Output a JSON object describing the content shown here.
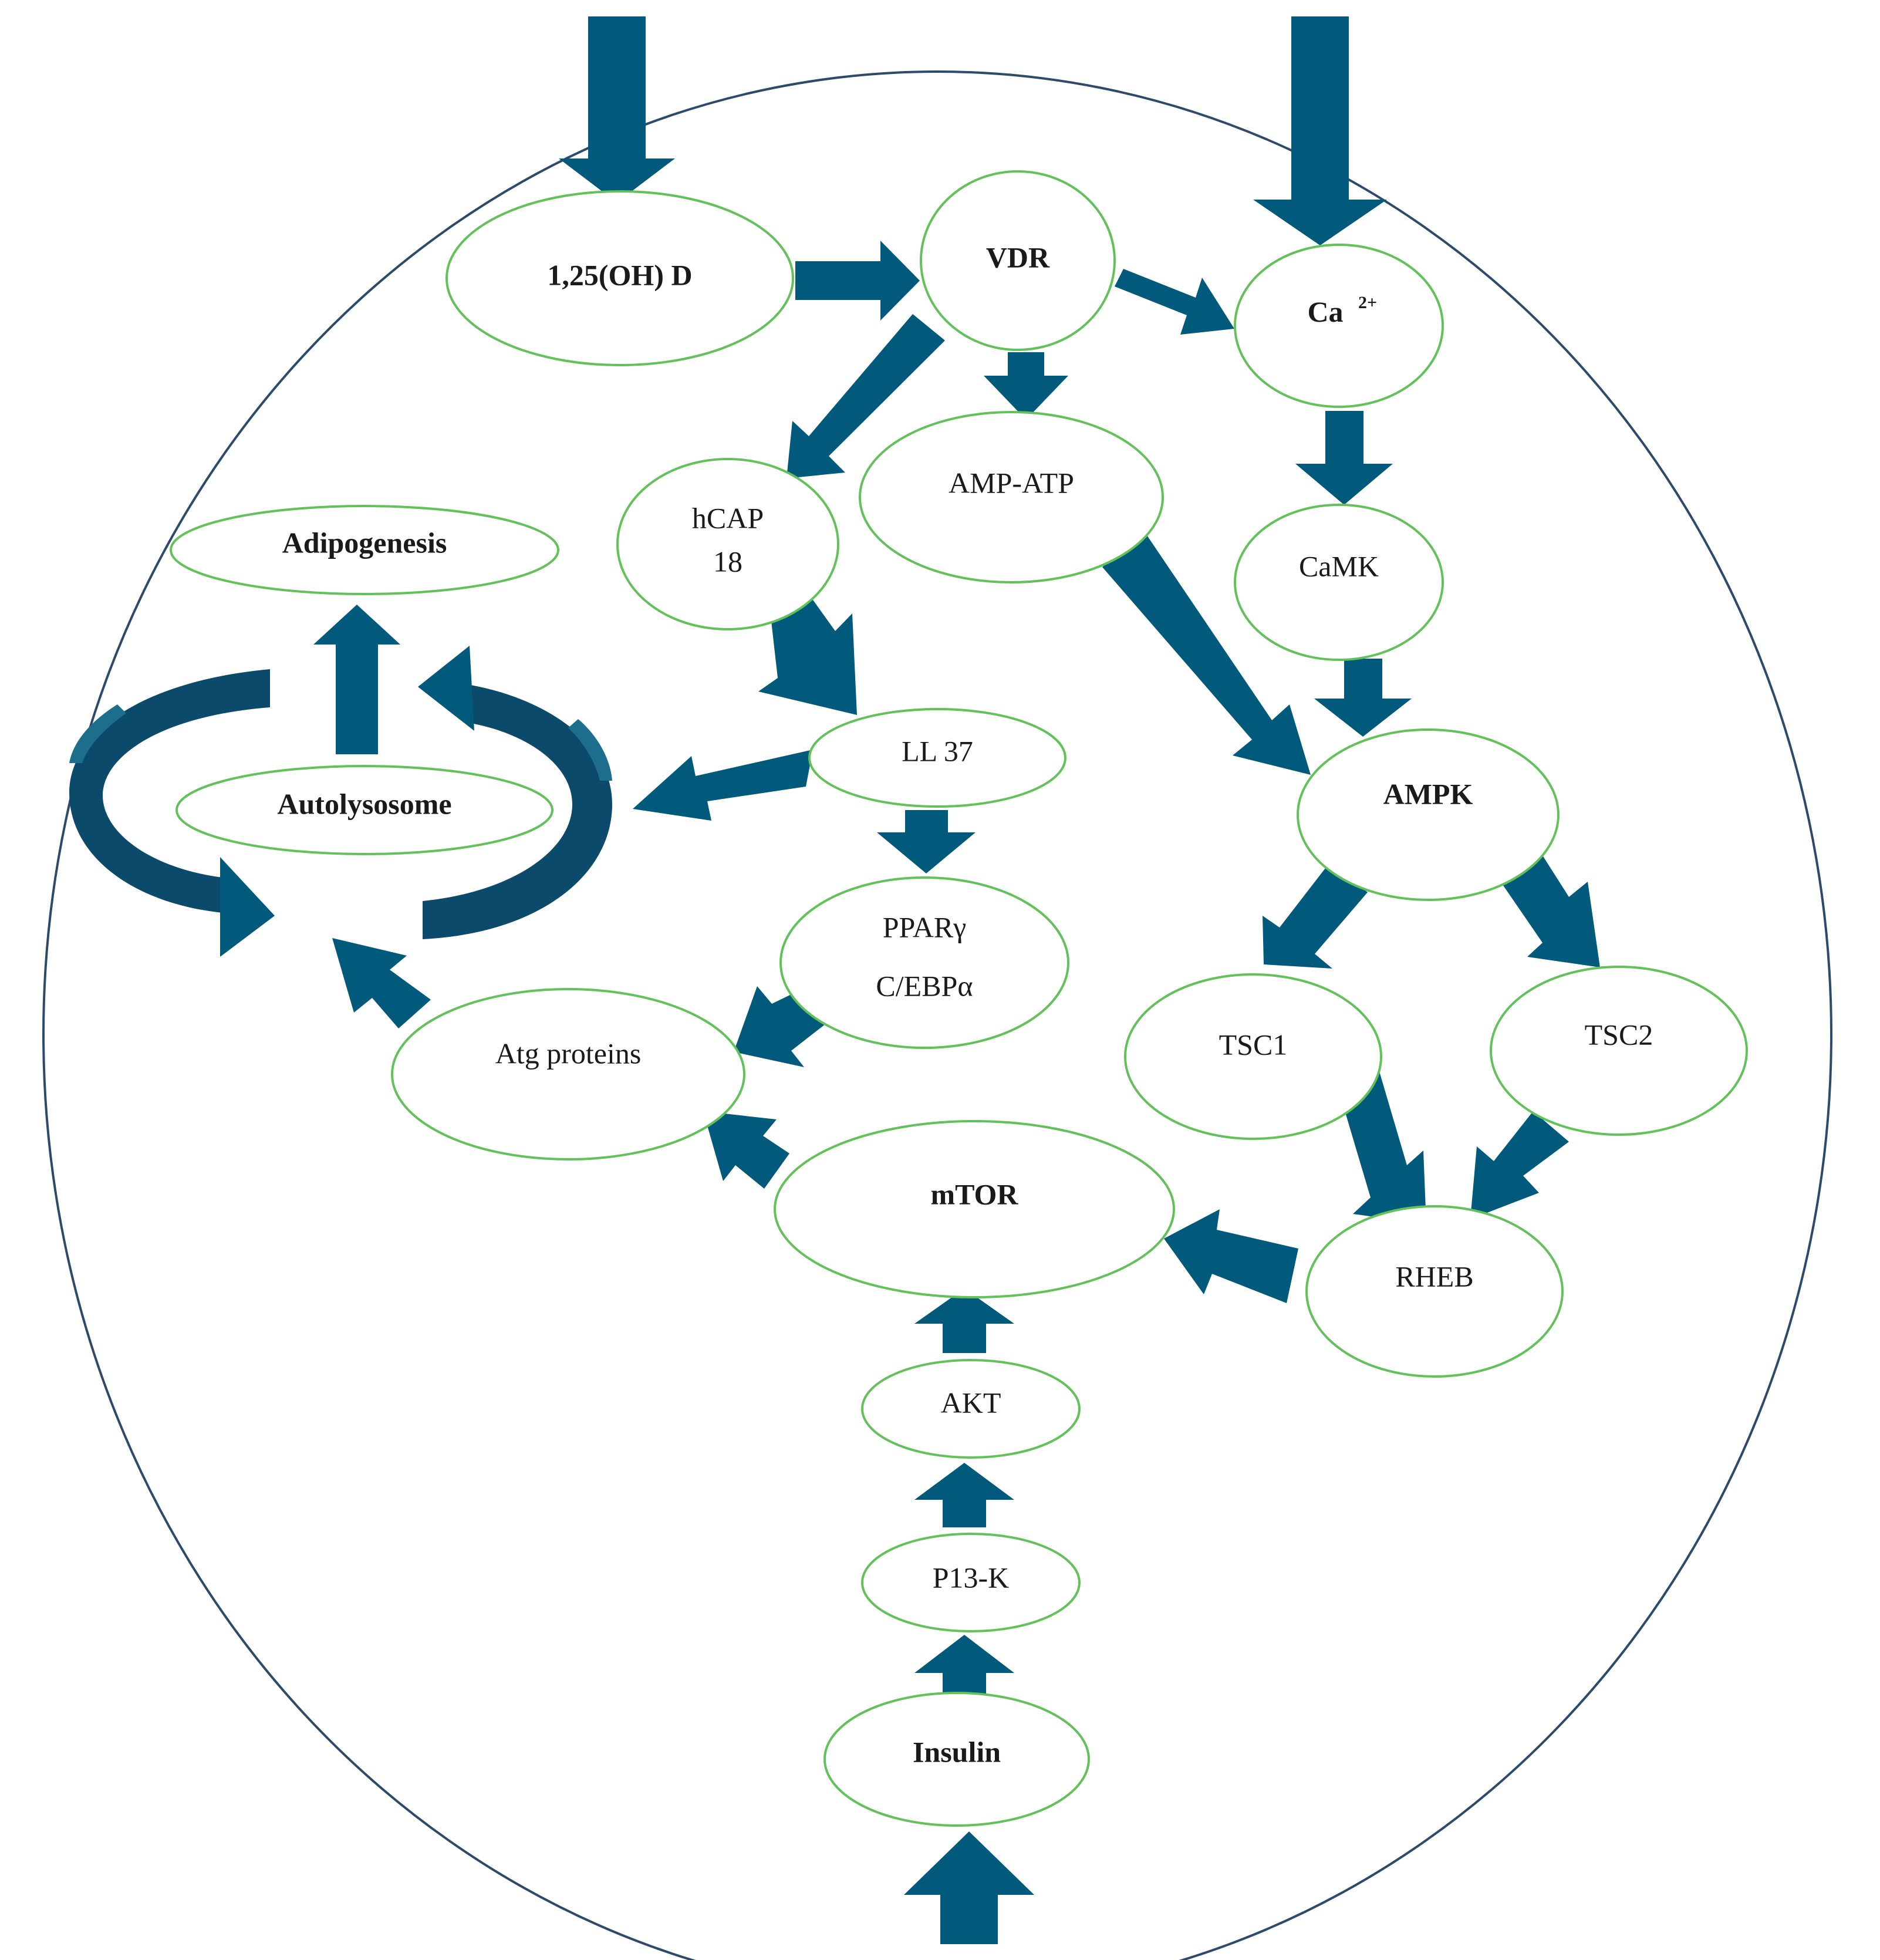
{
  "nodes": {
    "vitd": "1,25(OH) D",
    "vdr": "VDR",
    "ca_base": "Ca",
    "ca_sup": "2+",
    "hcap_line1": "hCAP",
    "hcap_line2": "18",
    "ampatp": "AMP-ATP",
    "camk": "CaMK",
    "adipogenesis": "Adipogenesis",
    "autolysosome": "Autolysosome",
    "ll37": "LL 37",
    "ampk": "AMPK",
    "ppar_line1": "PPARγ",
    "ppar_line2": "C/EBPα",
    "atg": "Atg proteins",
    "tsc1": "TSC1",
    "tsc2": "TSC2",
    "mtor": "mTOR",
    "rheb": "RHEB",
    "akt": "AKT",
    "pi3k": "P13-K",
    "insulin": "Insulin"
  },
  "colors": {
    "arrow": "#015a7c",
    "node_border": "#63c15a",
    "cell_membrane": "#2d4a6a"
  }
}
